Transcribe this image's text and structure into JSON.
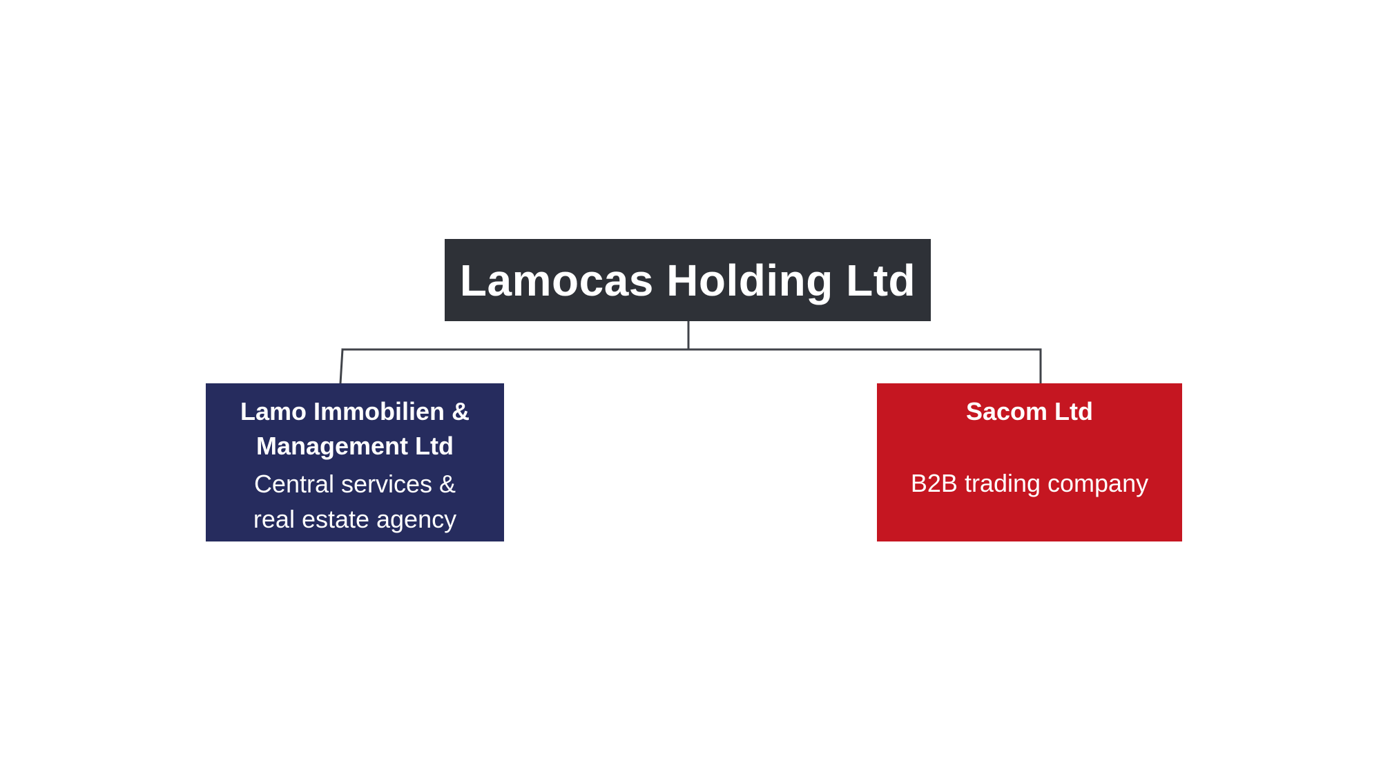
{
  "colors": {
    "root": "#2e3137",
    "left": "#262c5e",
    "right": "#c51621",
    "connector": "#404349"
  },
  "root": {
    "title": "Lamocas Holding Ltd"
  },
  "children": [
    {
      "title_line1": "Lamo Immobilien &",
      "title_line2": "Management Ltd",
      "desc_line1": "Central services &",
      "desc_line2": "real estate agency"
    },
    {
      "title_line1": "Sacom Ltd",
      "desc_line1": "B2B trading company"
    }
  ]
}
